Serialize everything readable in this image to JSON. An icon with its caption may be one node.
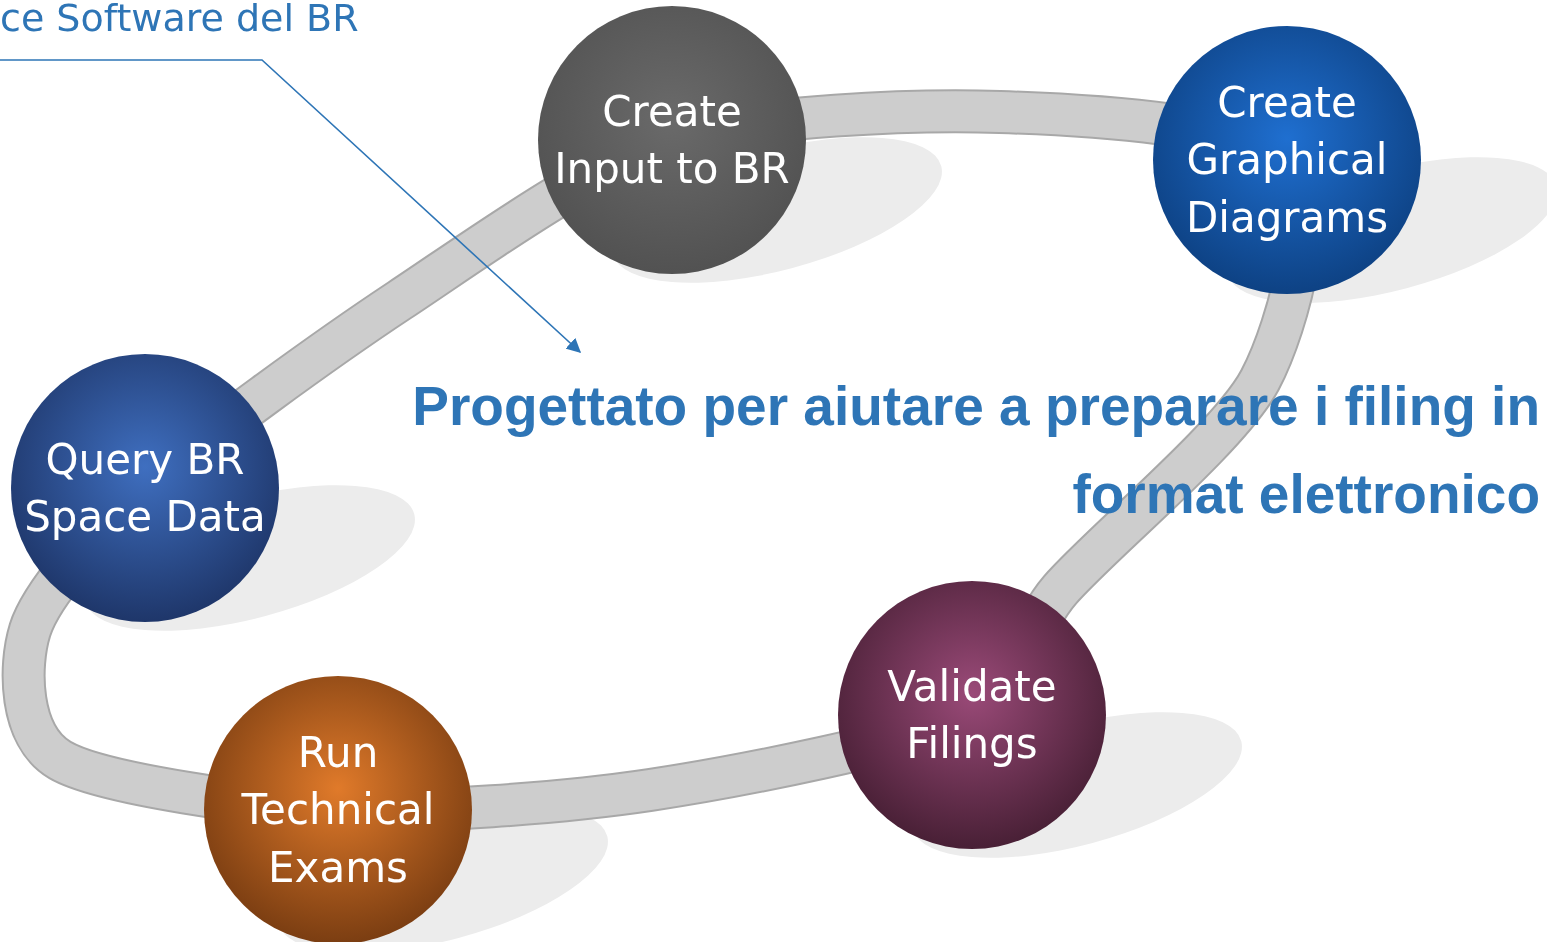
{
  "diagram": {
    "nodes": [
      {
        "text": [
          "ce Software del BR"
        ]
      },
      {
        "text": [
          "Progettato per aiutare a preparare i filing in format elettronico"
        ]
      },
      {
        "text": [
          "Create Input to BR"
        ]
      },
      {
        "text": [
          "Create Graphical Diagrams"
        ]
      },
      {
        "text": [
          "Query BR Space Data"
        ]
      },
      {
        "text": [
          "Run Technical Exams"
        ]
      },
      {
        "text": [
          "Validate Filings"
        ]
      }
    ],
    "edges": [
      {
        "from": 0,
        "to": 1,
        "arrow": "to"
      }
    ]
  }
}
